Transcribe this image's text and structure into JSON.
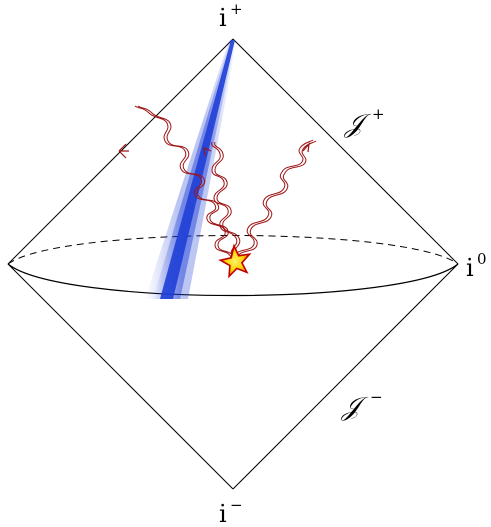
{
  "labels": {
    "future_timelike": {
      "base": "i",
      "sup": "+"
    },
    "past_timelike": {
      "base": "i",
      "sup": "−"
    },
    "spatial_infinity": {
      "base": "i",
      "sup": "0"
    },
    "future_null": {
      "base": "𝒥",
      "sup": "+"
    },
    "past_null": {
      "base": "𝒥",
      "sup": "−"
    }
  },
  "colors": {
    "diagram_lines": "#000000",
    "collapsing_shell": "#1f3fd6",
    "photon_rays": "#9c1414",
    "star_fill": "#ffd400",
    "star_stroke": "#c00000"
  }
}
